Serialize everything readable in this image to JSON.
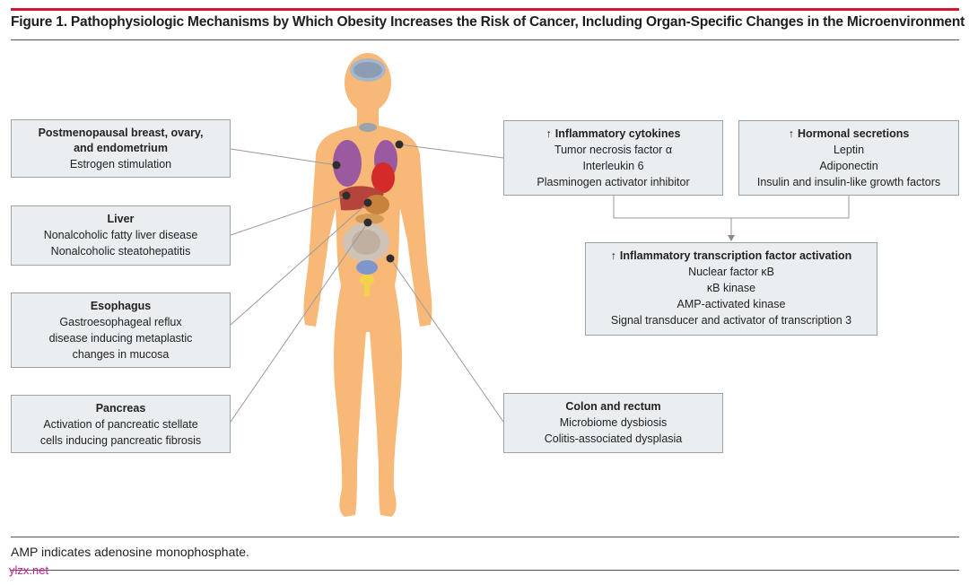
{
  "title": "Figure 1. Pathophysiologic Mechanisms by Which Obesity Increases the Risk of Cancer, Including Organ-Specific Changes in the Microenvironment",
  "left_boxes": [
    {
      "heading": [
        "Postmenopausal breast, ovary,",
        "and endometrium"
      ],
      "lines": [
        "Estrogen stimulation"
      ]
    },
    {
      "heading": [
        "Liver"
      ],
      "lines": [
        "Nonalcoholic fatty liver disease",
        "Nonalcoholic steatohepatitis"
      ]
    },
    {
      "heading": [
        "Esophagus"
      ],
      "lines": [
        "Gastroesophageal reflux",
        "disease inducing metaplastic",
        "changes in mucosa"
      ]
    },
    {
      "heading": [
        "Pancreas"
      ],
      "lines": [
        "Activation of pancreatic stellate",
        "cells inducing pancreatic fibrosis"
      ]
    }
  ],
  "right_boxes": {
    "cytokines": {
      "arrow": "↑",
      "heading": "Inflammatory cytokines",
      "lines": [
        "Tumor necrosis factor α",
        "Interleukin 6",
        "Plasminogen activator inhibitor"
      ]
    },
    "hormonal": {
      "arrow": "↑",
      "heading": "Hormonal secretions",
      "lines": [
        "Leptin",
        "Adiponectin",
        "Insulin and insulin-like growth factors"
      ]
    },
    "transcription": {
      "arrow": "↑",
      "heading": "Inflammatory transcription factor activation",
      "lines": [
        "Nuclear factor κB",
        "κB kinase",
        "AMP-activated kinase",
        "Signal transducer and activator of transcription 3"
      ]
    },
    "colon": {
      "heading": "Colon and rectum",
      "lines": [
        "Microbiome dysbiosis",
        "Colitis-associated dysplasia"
      ]
    }
  },
  "footnote": "AMP indicates adenosine monophosphate.",
  "watermark": "ylzx.net",
  "colors": {
    "accent": "#d51a2f",
    "box_fill": "#eaeef0",
    "box_border": "#9aa3a8",
    "skin": "#f8b978",
    "connector": "#9a9a9a",
    "watermark": "#c41a8f"
  }
}
